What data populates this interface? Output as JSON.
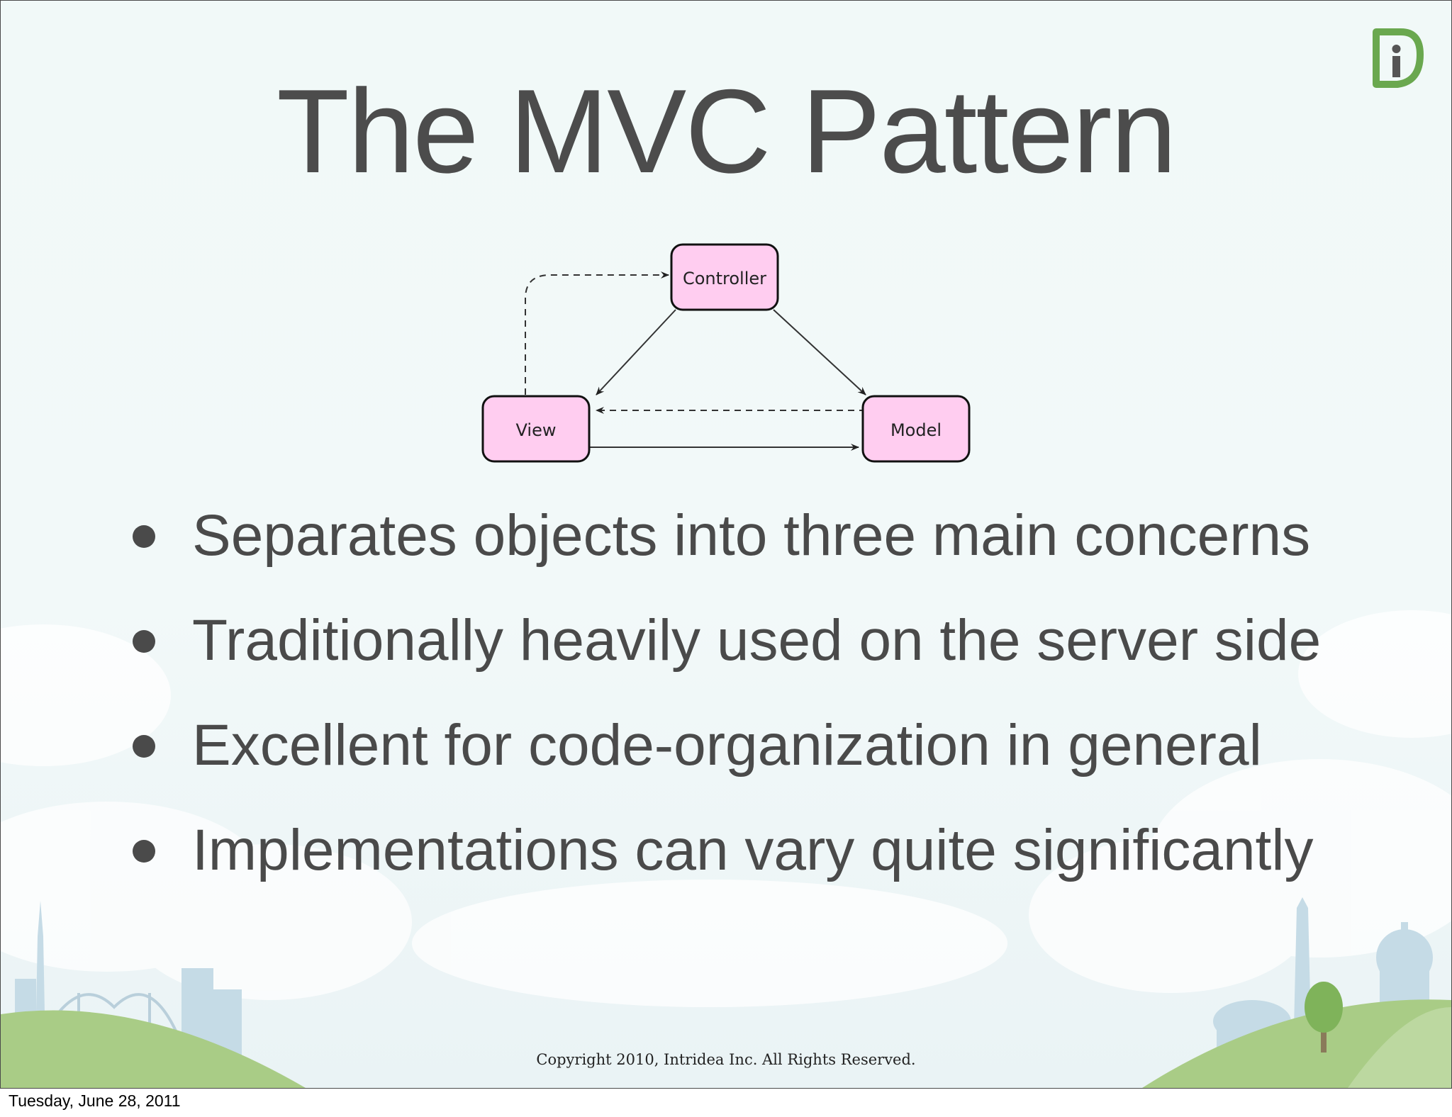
{
  "slide": {
    "title": "The MVC Pattern",
    "copyright": "Copyright 2010, Intridea Inc.  All Rights Reserved."
  },
  "diagram": {
    "nodes": [
      {
        "id": "controller",
        "label": "Controller"
      },
      {
        "id": "view",
        "label": "View"
      },
      {
        "id": "model",
        "label": "Model"
      }
    ],
    "edges": [
      {
        "from": "controller",
        "to": "view",
        "style": "solid"
      },
      {
        "from": "controller",
        "to": "model",
        "style": "solid"
      },
      {
        "from": "view",
        "to": "model",
        "style": "solid"
      },
      {
        "from": "model",
        "to": "view",
        "style": "dashed"
      },
      {
        "from": "view",
        "to": "controller",
        "style": "dashed"
      }
    ],
    "node_fill": "#ffcdf0"
  },
  "bullets": [
    "Separates objects into three main concerns",
    "Traditionally heavily used on the server side",
    "Excellent for code-organization in general",
    "Implementations can vary quite significantly"
  ],
  "footer": {
    "date": "Tuesday, June 28, 2011"
  },
  "colors": {
    "text": "#4a4a4a",
    "logo_green": "#6aa84f",
    "hill_green": "#a9cc86",
    "skyline": "#c8dde8"
  }
}
